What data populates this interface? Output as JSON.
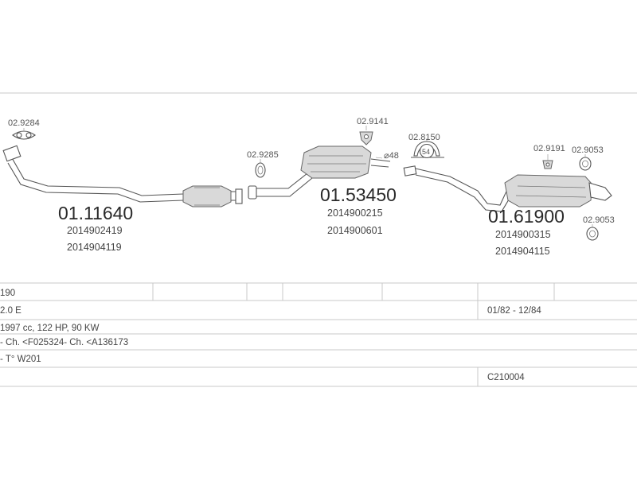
{
  "parts": {
    "front_pipe": {
      "ref": "01.11640",
      "oem": [
        "2014902419",
        "2014904119"
      ]
    },
    "middle_silencer": {
      "ref": "01.53450",
      "oem": [
        "2014900215",
        "2014900601"
      ]
    },
    "rear_silencer": {
      "ref": "01.61900",
      "oem": [
        "2014900315",
        "2014904115"
      ]
    }
  },
  "accessories": {
    "flange_gasket": "02.9284",
    "ring_gasket_front": "02.9285",
    "hanger_middle": "02.9141",
    "clamp": "02.8150",
    "clamp_size": "54",
    "hanger_rear": "02.9191",
    "rubber_ring_a": "02.9053",
    "rubber_ring_b": "02.9053"
  },
  "pipe_diameter": "⌀48",
  "vehicle": {
    "model": "190",
    "engine": "2.0 E",
    "years": "01/82 - 12/84",
    "specs": "1997 cc, 122 HP, 90 KW",
    "chassis": "- Ch. <F025324- Ch. <A136173",
    "type": "- T° W201",
    "code": "C210004"
  }
}
